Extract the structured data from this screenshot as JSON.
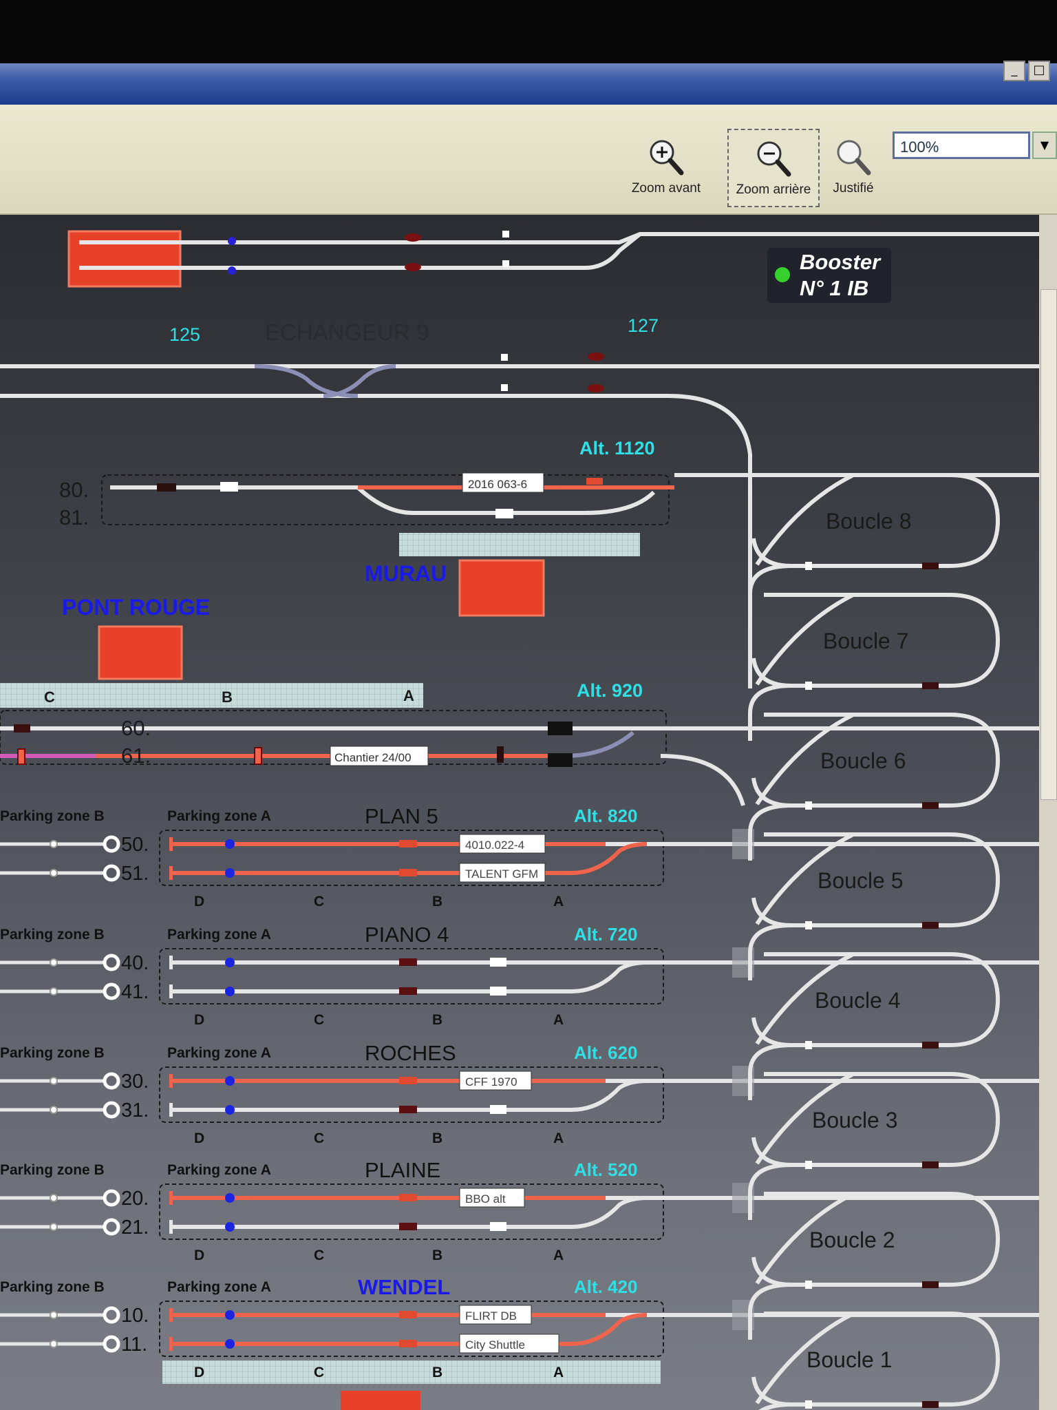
{
  "window": {
    "buttons": [
      "_",
      "□"
    ]
  },
  "toolbar": {
    "zoom_in": "Zoom avant",
    "zoom_out": "Zoom arrière",
    "fit": "Justifié",
    "zoom_level": "100%"
  },
  "booster": {
    "line1": "Booster",
    "line2": "N° 1 IB",
    "status_color": "#37d12e"
  },
  "header_labels": {
    "left_block": "125",
    "station": "ECHANGEUR 9",
    "right_block": "127"
  },
  "stations": {
    "murau": "MURAU",
    "pont_rouge": "PONT ROUGE",
    "plan5": "PLAN 5",
    "piano4": "PIANO 4",
    "roches": "ROCHES",
    "plaine": "PLAINE",
    "wendel": "WENDEL"
  },
  "altitudes": {
    "a1120": "Alt. 1120",
    "a920": "Alt. 920",
    "a820": "Alt. 820",
    "a720": "Alt. 720",
    "a620": "Alt. 620",
    "a520": "Alt. 520",
    "a420": "Alt. 420"
  },
  "tracks": {
    "t80": "80.",
    "t81": "81.",
    "t60": "60.",
    "t61": "61.",
    "t50": "50.",
    "t51": "51.",
    "t40": "40.",
    "t41": "41.",
    "t30": "30.",
    "t31": "31.",
    "t20": "20.",
    "t21": "21.",
    "t10": "10.",
    "t11": "11."
  },
  "trains": {
    "t80": "2016 063-6",
    "t61": "Chantier 24/00",
    "t50": "4010.022-4",
    "t51": "TALENT GFM",
    "t30": "CFF 1970",
    "t20": "BBO alt",
    "t10": "FLIRT DB",
    "t11": "City Shuttle"
  },
  "zones": {
    "parking_b": "Parking zone B",
    "parking_a": "Parking zone A"
  },
  "sections": {
    "d": "D",
    "c": "C",
    "b": "B",
    "a": "A"
  },
  "loops": [
    "Boucle 8",
    "Boucle 7",
    "Boucle 6",
    "Boucle 5",
    "Boucle 4",
    "Boucle 3",
    "Boucle 2",
    "Boucle 1"
  ],
  "colors": {
    "occupied": "#f0644e",
    "free": "#e8e8e8",
    "label_cyan": "#2ee0e6",
    "station_blue": "#1a1ae8",
    "building": "#e8412a"
  }
}
